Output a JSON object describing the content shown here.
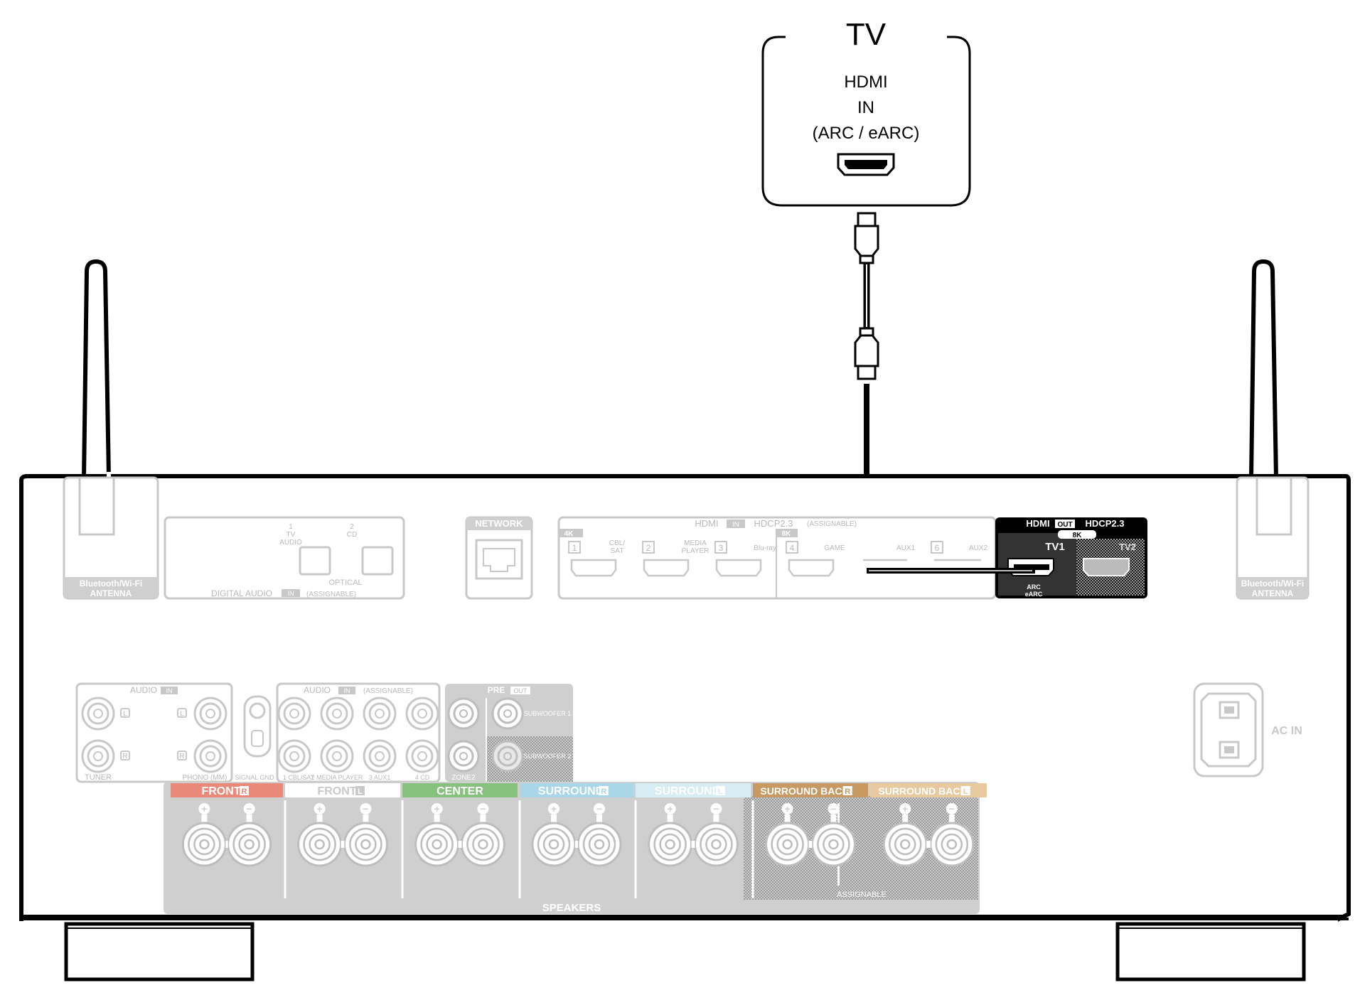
{
  "tv": {
    "title": "TV",
    "port_line1": "HDMI",
    "port_line2": "IN",
    "port_line3": "(ARC / eARC)"
  },
  "receiver": {
    "antenna_left": {
      "line1": "Bluetooth/Wi-Fi",
      "line2": "ANTENNA"
    },
    "antenna_right": {
      "line1": "Bluetooth/Wi-Fi",
      "line2": "ANTENNA"
    },
    "digital_audio": {
      "title": "DIGITAL AUDIO",
      "in_badge": "IN",
      "assignable": "(ASSIGNABLE)",
      "optical": "OPTICAL",
      "port1_num": "1",
      "port1_line1": "TV",
      "port1_line2": "AUDIO",
      "port2_num": "2",
      "port2_label": "CD"
    },
    "network": {
      "title": "NETWORK"
    },
    "hdmi_in": {
      "title": "HDMI",
      "in_badge": "IN",
      "hdcp": "HDCP2.3",
      "assignable": "(ASSIGNABLE)",
      "badge_4k": "4K",
      "badge_8k": "8K",
      "ports": [
        {
          "num": "1",
          "line1": "CBL/",
          "line2": "SAT"
        },
        {
          "num": "2",
          "line1": "MEDIA",
          "line2": "PLAYER"
        },
        {
          "num": "3",
          "line1": "Blu-ray",
          "line2": ""
        },
        {
          "num": "4",
          "line1": "GAME",
          "line2": ""
        },
        {
          "num": "",
          "line1": "AUX1",
          "line2": ""
        },
        {
          "num": "6",
          "line1": "AUX2",
          "line2": ""
        }
      ]
    },
    "hdmi_out": {
      "title": "HDMI",
      "out_badge": "OUT",
      "hdcp": "HDCP2.3",
      "badge_8k": "8K",
      "tv1": "TV1",
      "tv2": "TV2",
      "arc_line1": "ARC",
      "arc_line2": "eARC"
    },
    "audio_in_left": {
      "title": "AUDIO",
      "in_badge": "IN",
      "l": "L",
      "r": "R",
      "tuner": "TUNER",
      "phono": "PHONO (MM)",
      "signal_gnd": "SIGNAL GND"
    },
    "audio_in_right": {
      "title": "AUDIO",
      "in_badge": "IN",
      "assignable": "(ASSIGNABLE)",
      "labels": [
        "1 CBL/SAT",
        "2 MEDIA PLAYER",
        "3 AUX1",
        "4 CD"
      ]
    },
    "pre_out": {
      "title": "PRE",
      "out_badge": "OUT",
      "subwoofer1": "SUBWOOFER 1",
      "subwoofer2": "SUBWOOFER 2",
      "zone2": "ZONE2"
    },
    "speakers": {
      "title": "SPEAKERS",
      "assignable": "ASSIGNABLE",
      "channels": [
        {
          "label": "FRONT",
          "side": "R",
          "color": "#e8897a"
        },
        {
          "label": "FRONT",
          "side": "L",
          "color": "#ffffff"
        },
        {
          "label": "CENTER",
          "side": "",
          "color": "#86c27e"
        },
        {
          "label": "SURROUND",
          "side": "R",
          "color": "#a9d6e8"
        },
        {
          "label": "SURROUND",
          "side": "L",
          "color": "#d8ecf3"
        },
        {
          "label": "SURROUND BACK",
          "side": "R",
          "color": "#c79a63"
        },
        {
          "label": "SURROUND BACK",
          "side": "L",
          "color": "#e9c9a0"
        }
      ]
    },
    "ac_in": "AC IN"
  },
  "colors": {
    "ink": "#000000",
    "faded_panel": "#cfcfcf",
    "faded_text": "#b8b8b8",
    "highlight_panel": "#000000"
  }
}
